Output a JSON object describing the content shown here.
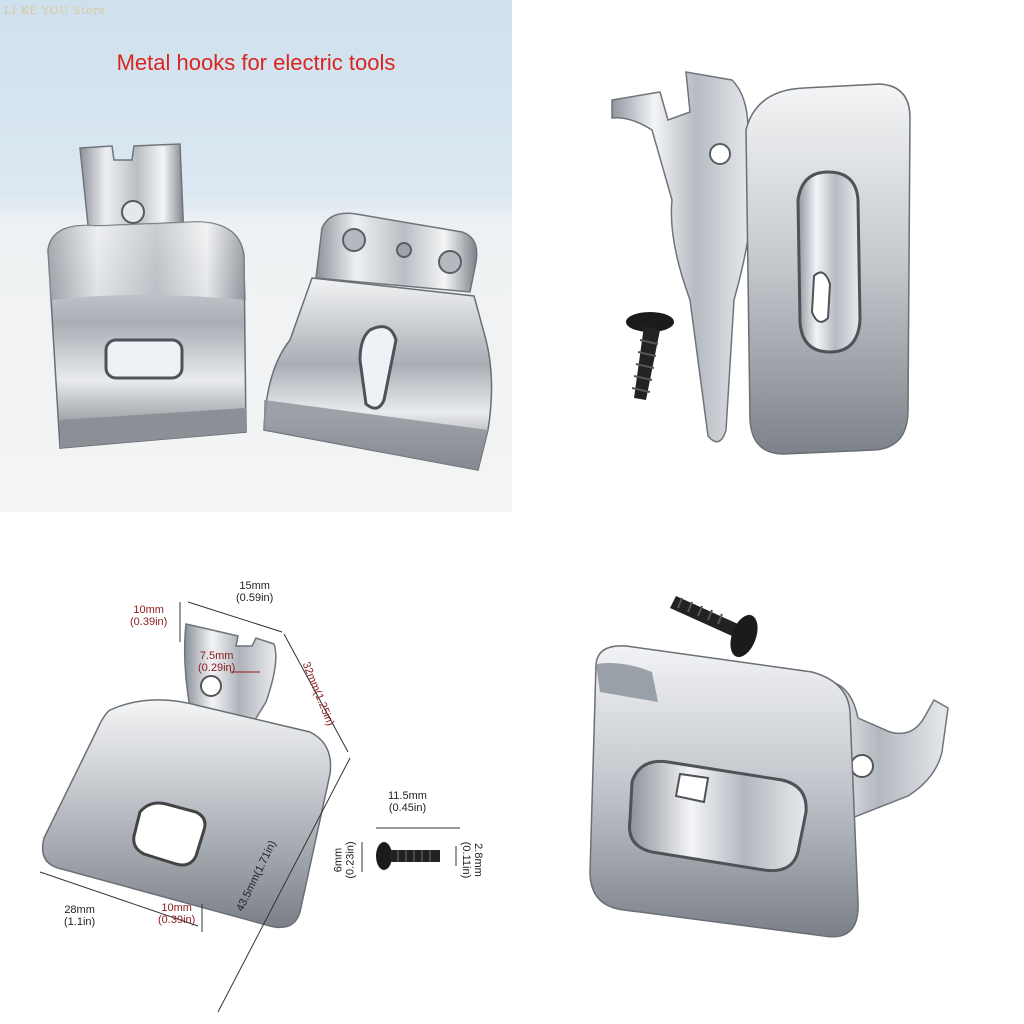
{
  "store_watermark": "LI KE YOU Store",
  "headline": "Metal hooks for electric tools",
  "dimensions": {
    "hook_width": [
      "15mm",
      "(0.59in)"
    ],
    "tab_height": [
      "10mm",
      "(0.39in)"
    ],
    "hole_distance": [
      "7.5mm",
      "(0.29in)"
    ],
    "top_length": "32mm(1.25in)",
    "body_length": "43.5mm(1.71in)",
    "base_width": [
      "28mm",
      "(1.1in)"
    ],
    "bottom_height": [
      "10mm",
      "(0.39in)"
    ],
    "screw_length": [
      "11.5mm",
      "(0.45in)"
    ],
    "screw_head": [
      "6mm",
      "(0.23in)"
    ],
    "screw_shaft": [
      "2.8mm",
      "(0.11in)"
    ]
  },
  "colors": {
    "headline": "#d8261f",
    "dimension_red": "#8b1a1a",
    "metal_light": "#eef0f2",
    "metal_dark": "#6f747a"
  }
}
